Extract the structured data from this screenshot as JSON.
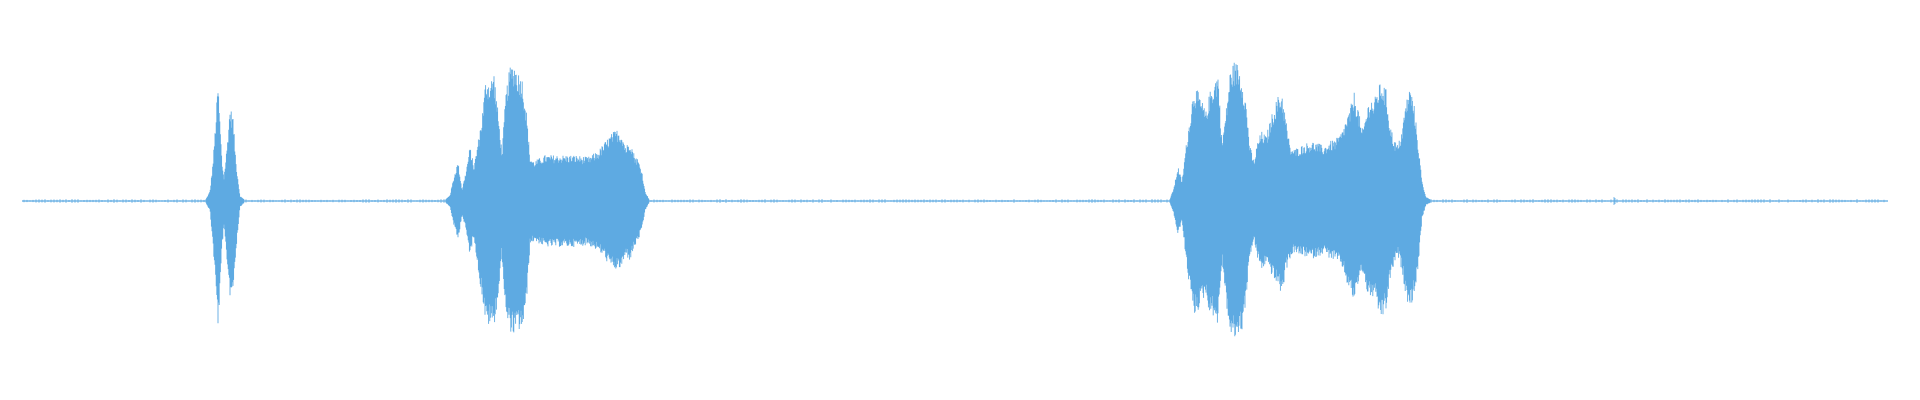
{
  "waveform": {
    "color": "#5eaae2",
    "background": "#ffffff",
    "baseline_style": "thin continuous line with tiny dotted noise",
    "segments": [
      {
        "id": "burst-1",
        "start": 0.11,
        "end": 0.128
      },
      {
        "id": "burst-2",
        "start": 0.233,
        "end": 0.336
      },
      {
        "id": "burst-3",
        "start": 0.61,
        "end": 0.741
      }
    ]
  }
}
